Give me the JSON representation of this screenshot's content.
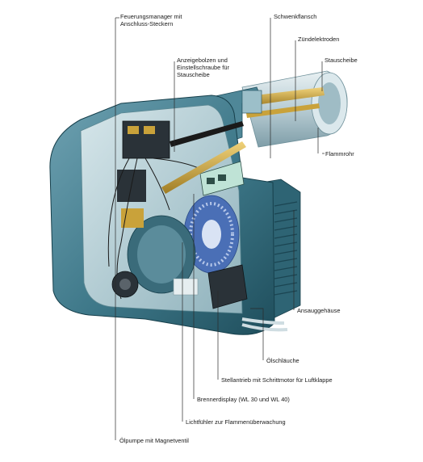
{
  "labels": {
    "feuerungsmanager": "Feuerungsmanager mit\nAnschluss-Steckern",
    "schwenkflansch": "Schwenkflansch",
    "zuendelektroden": "Zündelektroden",
    "anzeigebolzen": "Anzeigebolzen und\nEinstellschraube für\nStauscheibe",
    "stauscheibe": "Stauscheibe",
    "flammrohr": "Flammrohr",
    "ansauggehaeuse": "Ansauggehäuse",
    "oelschlaeuche": "Ölschläuche",
    "stellantrieb": "Stellantrieb mit Schrittmotor für Luftklappe",
    "brennerdisplay": "Brennerdisplay (WL 30 und WL 40)",
    "lichtfuehler": "Lichtfühler zur Flammenüberwachung",
    "oelpumpe": "Ölpumpe mit Magnetventil"
  },
  "colors": {
    "housing": "#3d7788",
    "housing_dark": "#1f4e5c",
    "housing_light": "#7fb0bf",
    "interior": "#bcd4da",
    "brass": "#c9a23a",
    "tube": "#cfdde2",
    "leader": "#2a2a2a"
  }
}
